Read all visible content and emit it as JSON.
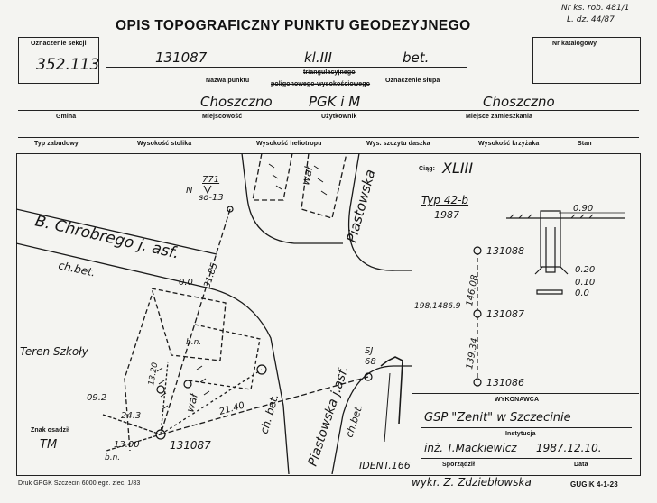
{
  "header": {
    "title": "OPIS TOPOGRAFICZNY PUNKTU GEODEZYJNEGO",
    "corner_line1": "Nr ks. rob. 481/1",
    "corner_line2": "L. dz. 44/87"
  },
  "row1": {
    "section_label": "Oznaczenie sekcji",
    "section_value": "352.113",
    "point_number": "131087",
    "point_class": "kl.III",
    "pillar_type": "bet.",
    "name_label": "Nazwa punktu",
    "type_label_top": "triangulacyjnego",
    "type_label_bottom": "poligonowego-wysokościowego",
    "pillar_label": "Oznaczenie słupa",
    "catalog_label": "Nr katalogowy"
  },
  "row2": {
    "gmina_value": "Choszczno",
    "user_value": "PGK i M",
    "residence_value": "Choszczno",
    "gmina_label": "Gmina",
    "locality_label": "Miejscowość",
    "user_label": "Użytkownik",
    "residence_label": "Miejsce zamieszkania"
  },
  "row3": {
    "labels": [
      "Typ zabudowy",
      "Wysokość stolika",
      "Wysokość heliotropu",
      "Wys. szczytu daszka",
      "Wysokość krzyżaka",
      "Stan"
    ]
  },
  "sketch": {
    "street_main": "B. Chrobrego j. asf.",
    "street_cross_top": "Piastowska",
    "street_cross_bottom": "Piastowska j.asf.",
    "pavement_1": "ch.bet.",
    "pavement_2": "ch. bet.",
    "pavement_3": "ch.bet.",
    "embankment_1": "wał",
    "embankment_2": "wał",
    "school": "Teren Szkoły",
    "north_label": "N",
    "north_num_top": "771",
    "north_num_bottom": "so-13",
    "sj_top": "SJ",
    "sj_bottom": "68",
    "dist_main": "31.85",
    "dist_2": "21.40",
    "dist_3": "24.3",
    "dist_4": "13.20",
    "dist_5": "13.00",
    "dist_6": "09.2",
    "zero": "0.0",
    "bn1": "b.n.",
    "bn2": "b.n.",
    "point_label": "131087",
    "marker_label": "Znak osadził",
    "marker_value": "TM",
    "ident": "IDENT.166"
  },
  "right": {
    "ciag_label": "Ciąg:",
    "ciag_value": "XLIII",
    "type_value": "Typ 42-b",
    "year": "1987",
    "p1": "131088",
    "p2": "131087",
    "p3": "131086",
    "d1": "146.08",
    "d2": "139.34",
    "angle": "198,1486.9",
    "h1": "0.90",
    "h2": "0.20",
    "h3": "0.10",
    "h4": "0.0"
  },
  "contractor": {
    "title": "WYKONAWCA",
    "institution_value": "GSP \"Zenit\" w Szczecinie",
    "institution_label": "Instytucja",
    "author_value": "inż. T.Mackiewicz",
    "date_value": "1987.12.10.",
    "author_label": "Sporządził",
    "date_label": "Data"
  },
  "footer": {
    "print_info": "Druk GPGK Szczecin 6000 egz. zlec. 1/83",
    "drawn_by": "wykr. Z. Zdziebłowska",
    "form_code": "GUGiK 4-1-23"
  }
}
